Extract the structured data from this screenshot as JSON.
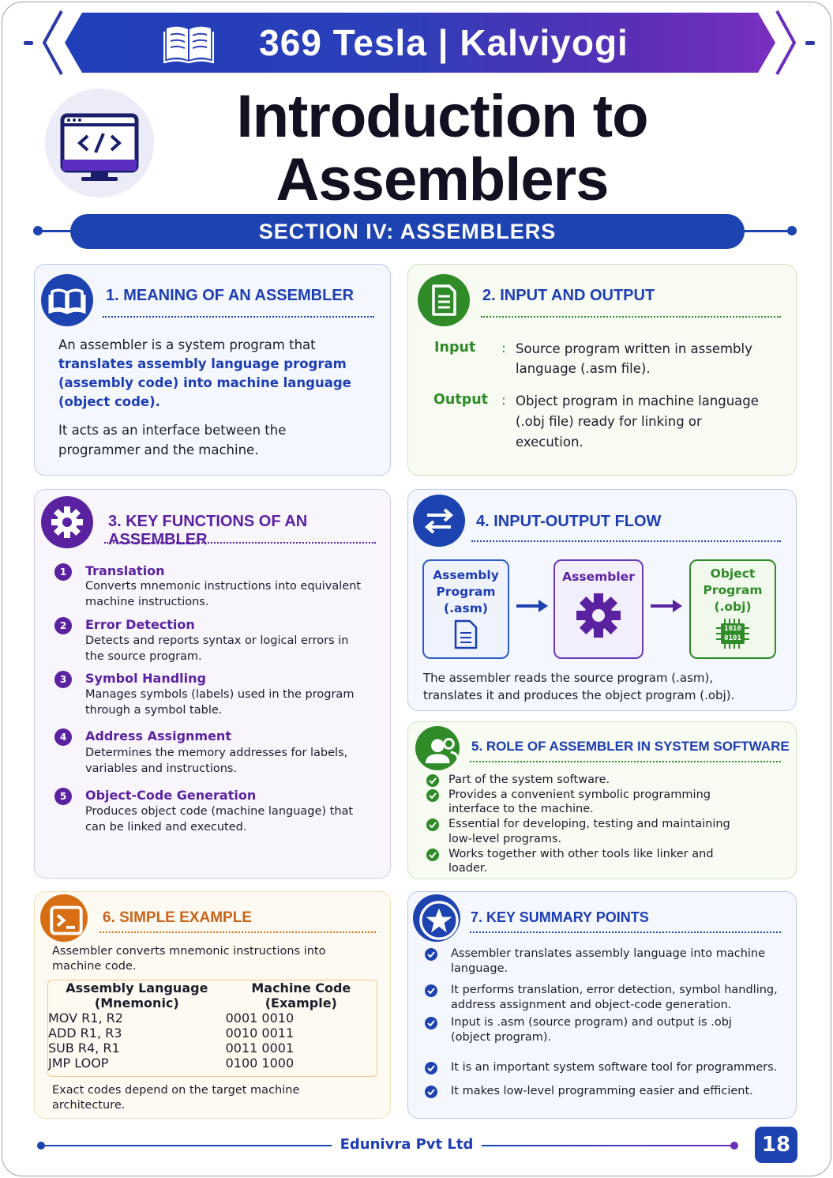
{
  "header": {
    "brand": "369 Tesla | Kalviyogi",
    "title_line1": "Introduction to",
    "title_line2": "Assemblers",
    "section": "SECTION IV: ASSEMBLERS"
  },
  "colors": {
    "primary_blue": "#1d43b0",
    "green": "#2f8a28",
    "purple": "#5a22a0",
    "orange": "#d86e14"
  },
  "card1": {
    "title": "1. MEANING OF AN ASSEMBLER",
    "icon": "book-icon",
    "p1_l1": "An assembler is a system program that",
    "p1_hl1": "translates assembly language program",
    "p1_hl2": "(assembly code) into machine language",
    "p1_hl3": "(object code).",
    "p2_l1": "It acts as an interface between the",
    "p2_l2": "programmer and the machine."
  },
  "card2": {
    "title": "2. INPUT AND OUTPUT",
    "icon": "document-icon",
    "input_label": "Input",
    "input_l1": "Source program written in assembly",
    "input_l2": "language (.asm file).",
    "output_label": "Output",
    "output_l1": "Object program in machine language",
    "output_l2": "(.obj file) ready for linking or",
    "output_l3": "execution.",
    "colon": ":"
  },
  "card3": {
    "title": "3. KEY FUNCTIONS OF AN ASSEMBLER",
    "icon": "gear-icon",
    "items": [
      {
        "num": "1",
        "head": "Translation",
        "l1": "Converts mnemonic instructions into equivalent",
        "l2": "machine instructions."
      },
      {
        "num": "2",
        "head": "Error Detection",
        "l1": "Detects and reports syntax or logical errors in",
        "l2": "the source program."
      },
      {
        "num": "3",
        "head": "Symbol Handling",
        "l1": "Manages symbols (labels) used in the program",
        "l2": "through a symbol table."
      },
      {
        "num": "4",
        "head": "Address Assignment",
        "l1": "Determines the memory addresses for labels,",
        "l2": "variables and instructions."
      },
      {
        "num": "5",
        "head": "Object-Code Generation",
        "l1": "Produces object code (machine language) that",
        "l2": "can be linked and executed."
      }
    ]
  },
  "card4": {
    "title": "4. INPUT-OUTPUT FLOW",
    "icon": "swap-arrows-icon",
    "box1_l1": "Assembly",
    "box1_l2": "Program",
    "box1_l3": "(.asm)",
    "box2": "Assembler",
    "box3_l1": "Object",
    "box3_l2": "Program",
    "box3_l3": "(.obj)",
    "chip_l1": "1010",
    "chip_l2": "0101",
    "caption_l1": "The assembler reads the source program (.asm),",
    "caption_l2": "translates it and produces the object program (.obj)."
  },
  "card5": {
    "title": "5. ROLE OF ASSEMBLER IN SYSTEM SOFTWARE",
    "icon": "users-icon",
    "items": [
      {
        "l1": "Part of the system software.",
        "l2": ""
      },
      {
        "l1": "Provides a convenient symbolic programming",
        "l2": "interface to the machine."
      },
      {
        "l1": "Essential for developing, testing and maintaining",
        "l2": "low-level programs."
      },
      {
        "l1": "Works together with other tools like linker and",
        "l2": "loader."
      }
    ]
  },
  "card6": {
    "title": "6. SIMPLE EXAMPLE",
    "icon": "terminal-icon",
    "intro_l1": "Assembler converts mnemonic instructions into",
    "intro_l2": "machine code.",
    "table_headers": [
      "Assembly Language (Mnemonic)",
      "Machine Code (Example)"
    ],
    "rows": [
      [
        "MOV  R1, R2",
        "0001 0010"
      ],
      [
        "ADD  R1, R3",
        "0010 0011"
      ],
      [
        "SUB  R4, R1",
        "0011 0001"
      ],
      [
        "JMP  LOOP",
        "0100 1000"
      ]
    ],
    "note_l1": "Exact codes depend on the target machine",
    "note_l2": "architecture."
  },
  "card7": {
    "title": "7. KEY SUMMARY POINTS",
    "icon": "star-icon",
    "items": [
      {
        "l1": "Assembler translates assembly language into machine",
        "l2": "language."
      },
      {
        "l1": "It performs translation, error detection, symbol handling,",
        "l2": "address assignment and object-code generation."
      },
      {
        "l1": "Input is .asm (source program) and output is .obj",
        "l2": "(object program)."
      },
      {
        "l1": "It is an important system software tool for programmers.",
        "l2": ""
      },
      {
        "l1": "It makes low-level programming easier and efficient.",
        "l2": ""
      }
    ]
  },
  "footer": {
    "company": "Edunivra Pvt Ltd",
    "page_number": "18"
  }
}
